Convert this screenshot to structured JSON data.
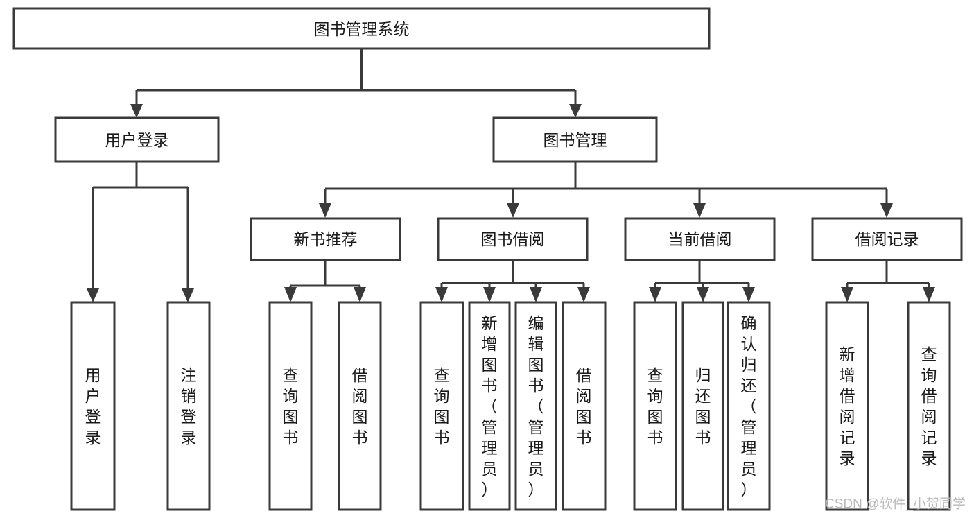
{
  "diagram": {
    "title": "图书管理系统",
    "type": "tree",
    "orientation": "top-down",
    "colors": {
      "box_stroke": "#3a3a3a",
      "box_fill": "#ffffff",
      "connector": "#3a3a3a",
      "label": "#1a1a1a",
      "watermark": "#b9b9b9",
      "background": "#ffffff"
    },
    "nodes": {
      "root": {
        "label": "图书管理系统",
        "level": 1
      },
      "l2": [
        {
          "id": "user-login",
          "label": "用户登录",
          "level": 2
        },
        {
          "id": "book-manage",
          "label": "图书管理",
          "level": 2
        }
      ],
      "l3": [
        {
          "id": "new-book-recommend",
          "label": "新书推荐",
          "level": 3,
          "parent": "book-manage"
        },
        {
          "id": "book-borrow",
          "label": "图书借阅",
          "level": 3,
          "parent": "book-manage"
        },
        {
          "id": "current-borrow",
          "label": "当前借阅",
          "level": 3,
          "parent": "book-manage"
        },
        {
          "id": "borrow-record",
          "label": "借阅记录",
          "level": 3,
          "parent": "book-manage"
        }
      ],
      "leaves": [
        {
          "id": "leaf-user-login",
          "label": "用户登录",
          "parent": "user-login"
        },
        {
          "id": "leaf-logout-login",
          "label": "注销登录",
          "parent": "user-login"
        },
        {
          "id": "leaf-query-book-1",
          "label": "查询图书",
          "parent": "new-book-recommend"
        },
        {
          "id": "leaf-borrow-book-1",
          "label": "借阅图书",
          "parent": "new-book-recommend"
        },
        {
          "id": "leaf-query-book-2",
          "label": "查询图书",
          "parent": "book-borrow"
        },
        {
          "id": "leaf-add-book",
          "label": "新增图书（管理员）",
          "parent": "book-borrow"
        },
        {
          "id": "leaf-edit-book",
          "label": "编辑图书（管理员）",
          "parent": "book-borrow"
        },
        {
          "id": "leaf-borrow-book-2",
          "label": "借阅图书",
          "parent": "book-borrow"
        },
        {
          "id": "leaf-query-book-3",
          "label": "查询图书",
          "parent": "current-borrow"
        },
        {
          "id": "leaf-return-book",
          "label": "归还图书",
          "parent": "current-borrow"
        },
        {
          "id": "leaf-confirm-return",
          "label": "确认归还（管理员）",
          "parent": "current-borrow"
        },
        {
          "id": "leaf-add-record",
          "label": "新增借阅记录",
          "parent": "borrow-record"
        },
        {
          "id": "leaf-query-record",
          "label": "查询借阅记录",
          "parent": "borrow-record"
        }
      ]
    },
    "watermark": "CSDN @软件_小贺同学"
  }
}
